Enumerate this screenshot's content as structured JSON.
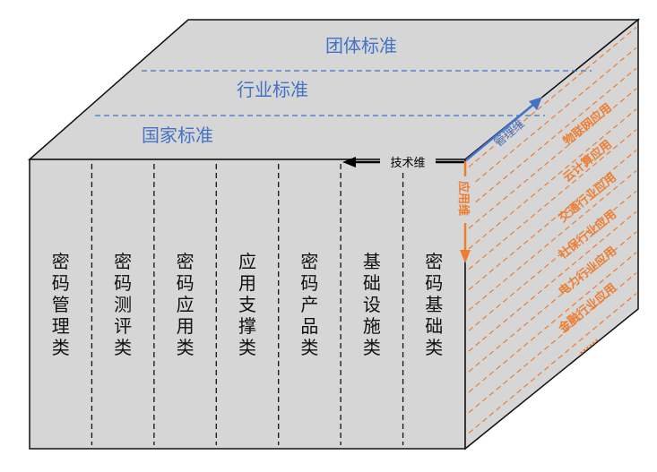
{
  "top_levels": [
    "团体标准",
    "行业标准",
    "国家标准"
  ],
  "tech_columns": [
    "密码管理类",
    "密码测评类",
    "密码应用类",
    "应用支撑类",
    "密码产品类",
    "基础设施类",
    "密码基础类"
  ],
  "axes": {
    "tech": "技术维",
    "management": "管理维",
    "application": "应用维"
  },
  "application_fields": [
    "物联网应用",
    "云计算应用",
    "交通行业应用",
    "社保行业应用",
    "电力行业应用",
    "金融行业应用",
    "……"
  ],
  "colors": {
    "face": "#d6d6d6",
    "blue": "#4472C4",
    "orange": "#ED7D31",
    "edge": "#111111"
  }
}
